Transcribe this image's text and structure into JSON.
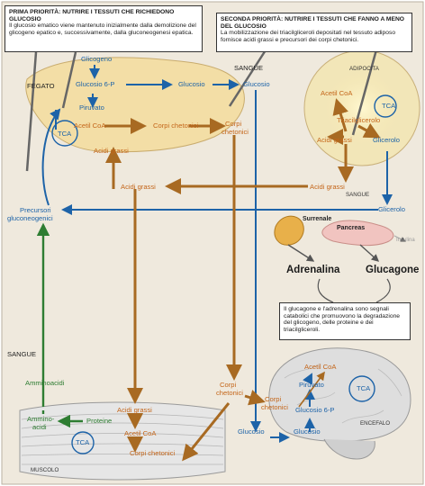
{
  "callouts": {
    "first": {
      "title": "PRIMA PRIORITÀ: NUTRIRE I TESSUTI CHE RICHIEDONO GLUCOSIO",
      "body": "Il glucosio ematico viene mantenuto inizialmente dalla demolizione del glicogeno epatico e, successivamente, dalla gluconeogenesi epatica."
    },
    "second": {
      "title": "SECONDA PRIORITÀ: NUTRIRE I TESSUTI CHE FANNO A MENO DEL GLUCOSIO",
      "body": "La mobilizzazione dei triacilgliceroli depositati nel tessuto adiposo fornisce acidi grassi e precursori dei corpi chetonici."
    },
    "hormones": {
      "body": "Il glucagone e l'adrenalina sono segnali catabolici che promuovono la degradazione del glicogeno, delle proteine e dei triacilgliceroli."
    }
  },
  "regions": {
    "liver": "FEGATO",
    "blood_top": "SANGUE",
    "blood_left": "SANGUE",
    "blood_right": "SANGUE",
    "adipocyte": "ADIPOCITA",
    "muscle": "MUSCOLO",
    "brain": "ENCEFALO"
  },
  "liver": {
    "glycogen": "Glicogeno",
    "glucose6p": "Glucosio 6-P",
    "pyruvate": "Piruvato",
    "tca": "TCA",
    "acetylcoa": "Acetil CoA",
    "ketone_bodies": "Corpi chetonici",
    "fatty_acids": "Acidi grassi",
    "precursors_line1": "Precursori",
    "precursors_line2": "gluconeogenici"
  },
  "blood": {
    "glucose_mid": "Glucosio",
    "glucose_right": "Glucosio",
    "ketone_line1": "Corpi",
    "ketone_line2": "chetonici",
    "fatty_acids_mid": "Acidi grassi",
    "fatty_acids_right": "Acidi grassi",
    "glycerol_right": "Glicerolo",
    "aminoacids": "Amminoacidi",
    "ketone_low_line1": "Corpi",
    "ketone_low_line2": "chetonici"
  },
  "adipocyte": {
    "acetylcoa": "Acetil CoA",
    "tca": "TCA",
    "triacylglycerols": "Triacilglicerolo",
    "fatty_acids": "Acidi grassi",
    "glycerol": "Glicerolo"
  },
  "glands": {
    "adrenal": "Surrenale",
    "pancreas": "Pancreas",
    "insulin": "Insulina",
    "adrenaline": "Adrenalina",
    "glucagon": "Glucagone"
  },
  "muscle": {
    "amino_line1": "Ammino-",
    "amino_line2": "acidi",
    "proteins": "Proteine",
    "tca": "TCA",
    "acetylcoa": "Acetil CoA",
    "fatty_acids": "Acidi grassi",
    "ketone_bodies": "Corpi chetonici",
    "glucose": "Glucosio"
  },
  "brain": {
    "acetylcoa": "Acetil CoA",
    "pyruvate": "Piruvato",
    "tca": "TCA",
    "glucose6p": "Glucosio 6-P",
    "glucose": "Glucosio",
    "ketone_line1": "Corpi",
    "ketone_line2": "chetonici"
  },
  "colors": {
    "glucose_path": "#1d63a8",
    "lipid_path": "#a86a22",
    "amino_path": "#2e7d32",
    "liver_fill": "#f3dea6",
    "adipocyte_fill": "#f2e6b8",
    "background": "#efe9dd"
  }
}
